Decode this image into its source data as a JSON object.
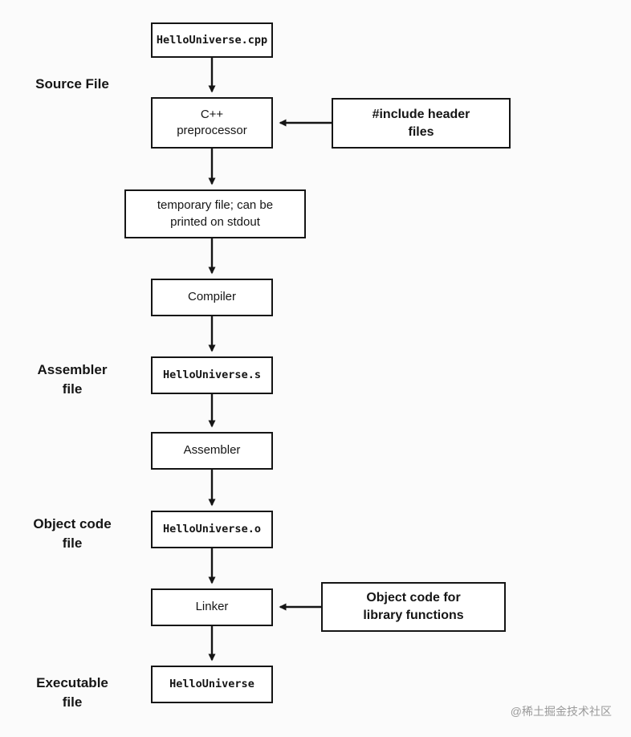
{
  "diagram": {
    "nodes": {
      "source_file": "HelloUniverse.cpp",
      "preprocessor": "C++\npreprocessor",
      "temp_file": "temporary file; can be\nprinted on stdout",
      "compiler": "Compiler",
      "assembly_file": "HelloUniverse.s",
      "assembler": "Assembler",
      "object_file": "HelloUniverse.o",
      "linker": "Linker",
      "executable": "HelloUniverse"
    },
    "callouts": {
      "include_headers": "#include header\nfiles",
      "library_objects": "Object code for\nlibrary functions"
    },
    "side_labels": {
      "source": "Source File",
      "assembler": "Assembler\nfile",
      "object_code": "Object code\nfile",
      "executable": "Executable\nfile"
    }
  },
  "watermark": "@稀土掘金技术社区",
  "colors": {
    "line": "#151515",
    "box_border": "#151515",
    "text": "#151515",
    "watermark": "#9a9a9a",
    "background": "#fbfbfb"
  }
}
